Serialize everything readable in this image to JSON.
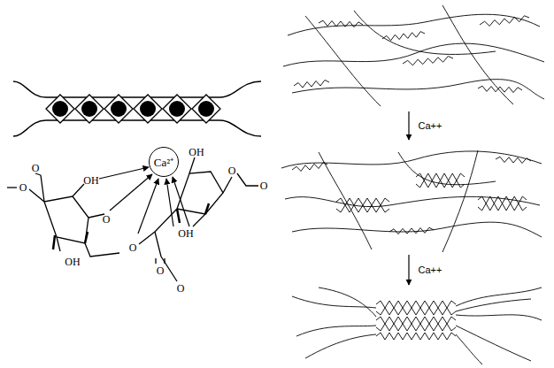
{
  "diagram": {
    "nodes": [
      {
        "text": [
          "Ca²⁺"
        ]
      }
    ],
    "labels": [
      "O",
      "O",
      "OH",
      "O",
      "O",
      "OH",
      "OH",
      "O",
      "O",
      "OH",
      "O",
      "O",
      "Ca++",
      "Ca++"
    ]
  }
}
